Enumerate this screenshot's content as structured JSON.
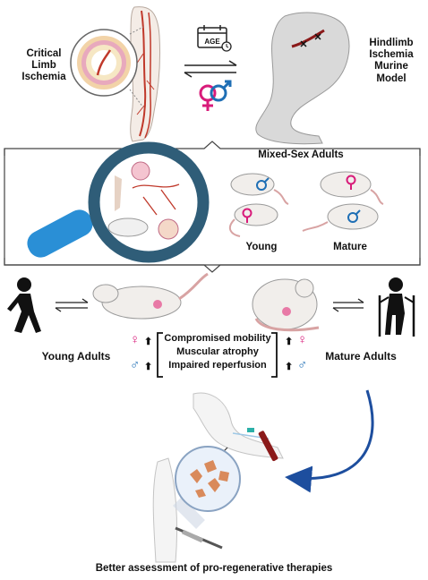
{
  "top": {
    "left_label": "Critical\nLimb\nIschemia",
    "right_label": "Hindlimb\nIschemia\nMurine\nModel",
    "age_icon_text": "AGE"
  },
  "middle": {
    "title": "Mixed-Sex Adults",
    "young_label": "Young",
    "mature_label": "Mature"
  },
  "lower": {
    "young_adults_label": "Young Adults",
    "mature_adults_label": "Mature Adults",
    "symbols": {
      "female": "♀",
      "male": "♂",
      "up_arrow": "⬆"
    },
    "outcomes": [
      "Compromised mobility",
      "Muscular atrophy",
      "Impaired reperfusion"
    ]
  },
  "bottom": {
    "caption": "Better assessment of pro-regenerative therapies"
  },
  "colors": {
    "female": "#d81b7a",
    "male": "#1f6fb5",
    "magnifier_ring": "#2f5d78",
    "handle": "#2a8fd6",
    "curved_arrow": "#1d4e9e",
    "vessel": "#c0392b",
    "cell": "#d98a5b"
  }
}
